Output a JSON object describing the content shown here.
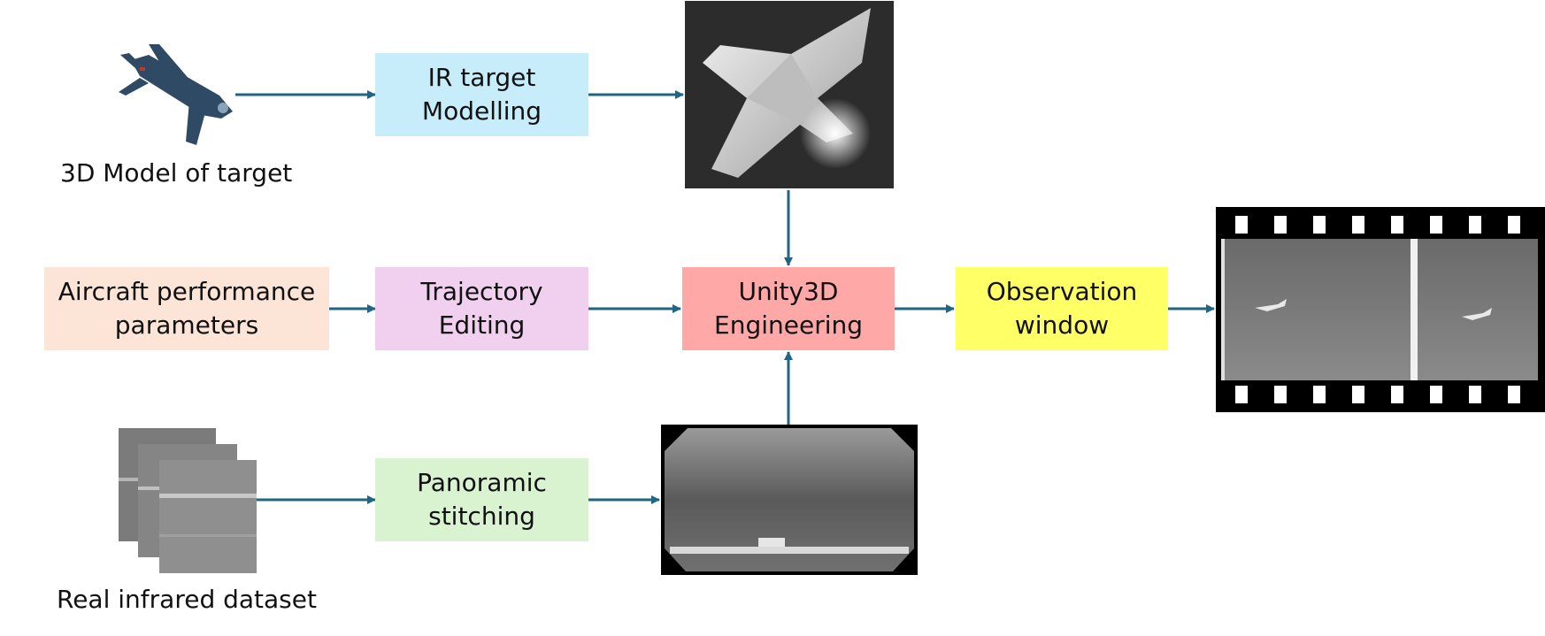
{
  "diagram": {
    "nodes": {
      "model3d": {
        "caption": "3D Model of target"
      },
      "ir_modelling": {
        "label": "IR target\nModelling",
        "color": "#c7ecfa"
      },
      "aircraft_params": {
        "label": "Aircraft performance\nparameters",
        "color": "#fce4d6"
      },
      "trajectory": {
        "label": "Trajectory\nEditing",
        "color": "#f0cfef"
      },
      "unity": {
        "label": "Unity3D\nEngineering",
        "color": "#ffa8a8"
      },
      "observation": {
        "label": "Observation\nwindow",
        "color": "#ffff66"
      },
      "dataset": {
        "caption": "Real infrared dataset"
      },
      "panoramic": {
        "label": "Panoramic\nstitching",
        "color": "#d9f2d0"
      }
    },
    "images": {
      "aircraft_3d_model": "aircraft-icon",
      "ir_target_render": "ir-jet-image",
      "panorama_render": "ir-panorama-image",
      "infrared_frames": "ir-frames-stack",
      "output_filmstrip": "film-strip-image"
    },
    "edges": [
      {
        "from": "model3d",
        "to": "ir_modelling"
      },
      {
        "from": "ir_modelling",
        "to": "ir_target_render"
      },
      {
        "from": "ir_target_render",
        "to": "unity"
      },
      {
        "from": "aircraft_params",
        "to": "trajectory"
      },
      {
        "from": "trajectory",
        "to": "unity"
      },
      {
        "from": "unity",
        "to": "observation"
      },
      {
        "from": "observation",
        "to": "output_filmstrip"
      },
      {
        "from": "dataset",
        "to": "panoramic"
      },
      {
        "from": "panoramic",
        "to": "panorama_render"
      },
      {
        "from": "panorama_render",
        "to": "unity"
      }
    ],
    "arrow_color": "#1f6585"
  }
}
